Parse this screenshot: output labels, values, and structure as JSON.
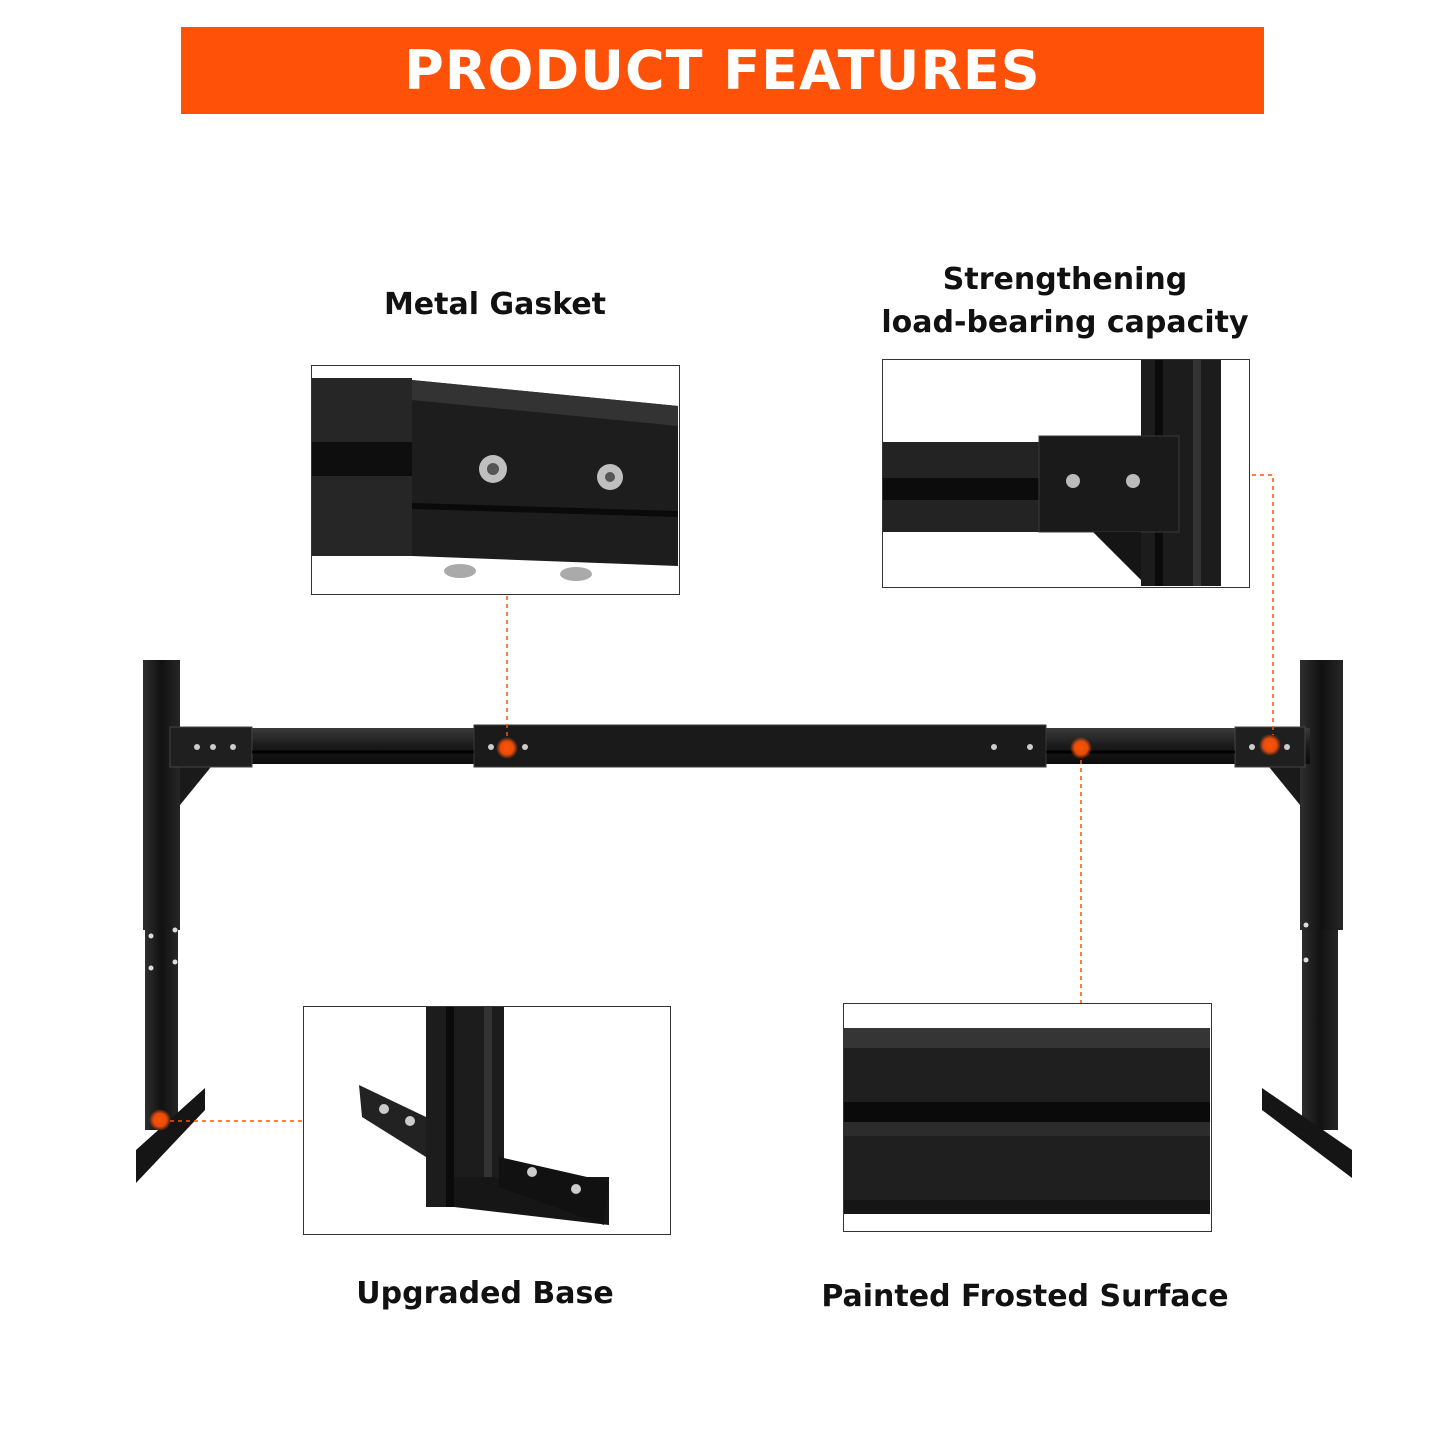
{
  "banner": {
    "title": "PRODUCT FEATURES",
    "color": "#ff5208"
  },
  "features": {
    "metal_gasket": "Metal Gasket",
    "strengthening_line1": "Strengthening",
    "strengthening_line2": "load-bearing capacity",
    "upgraded_base": "Upgraded Base",
    "painted_surface": "Painted Frosted Surface"
  },
  "colors": {
    "accent": "#ff5208",
    "metal": "#1c1c1c",
    "text": "#111111"
  }
}
